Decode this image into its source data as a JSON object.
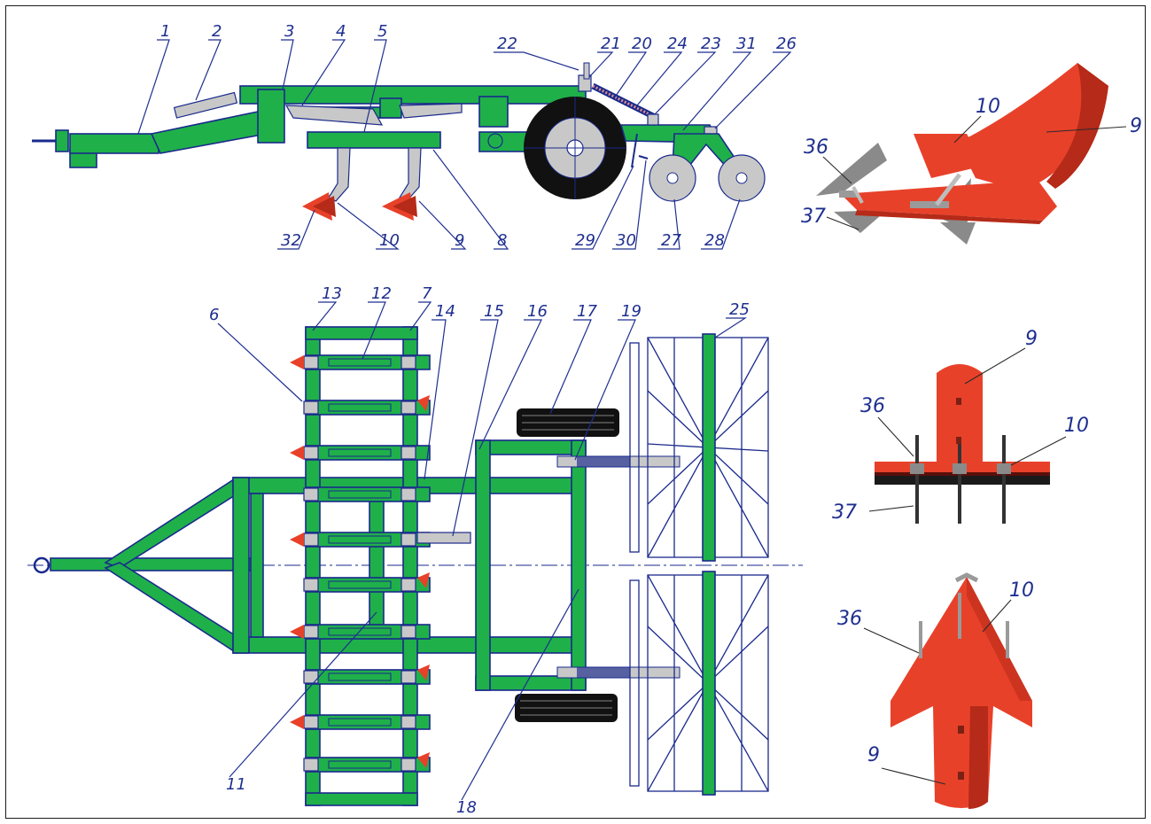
{
  "figure": {
    "callouts": {
      "c1": "1",
      "c2": "2",
      "c3": "3",
      "c4": "4",
      "c5": "5",
      "c6": "6",
      "c7": "7",
      "c8": "8",
      "c9": "9",
      "c10": "10",
      "c11": "11",
      "c12": "12",
      "c13": "13",
      "c14": "14",
      "c15": "15",
      "c16": "16",
      "c17": "17",
      "c18": "18",
      "c19": "19",
      "c20": "20",
      "c21": "21",
      "c22": "22",
      "c23": "23",
      "c24": "24",
      "c25": "25",
      "c26": "26",
      "c27": "27",
      "c28": "28",
      "c29": "29",
      "c30": "30",
      "c31": "31",
      "c32": "32",
      "c36": "36",
      "c37": "37"
    },
    "colors": {
      "frame": "#1fb04a",
      "outline": "#1a2a8c",
      "share": "#e8412a",
      "wheel": "#111111",
      "rim": "#c8c8c8"
    }
  }
}
